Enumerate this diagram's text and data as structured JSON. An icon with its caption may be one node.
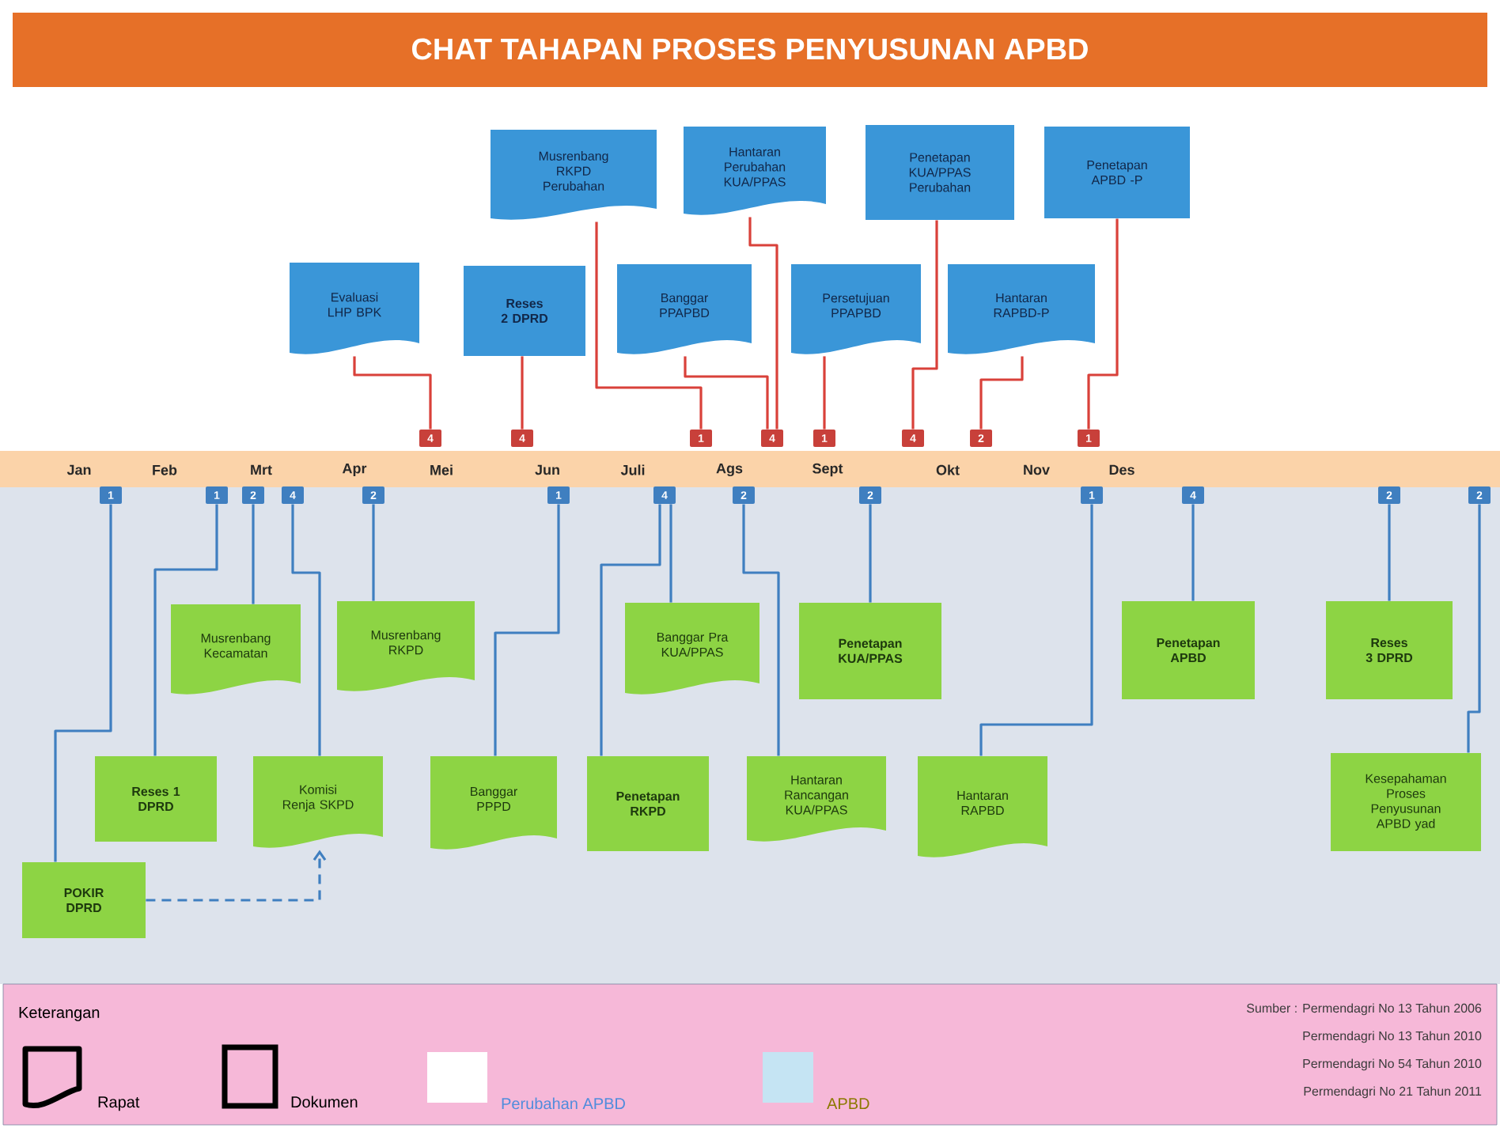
{
  "diagram": {
    "title": "CHAT TAHAPAN PROSES PENYUSUNAN APBD",
    "nodes": [
      {
        "text": [
          "Musrenbang RKPD Perubahan"
        ]
      },
      {
        "text": [
          "Hantaran Perubahan KUA/PPAS"
        ]
      },
      {
        "text": [
          "Penetapan KUA/PPAS Perubahan"
        ]
      },
      {
        "text": [
          "Penetapan APBD -P"
        ]
      },
      {
        "text": [
          "Evaluasi LHP BPK"
        ]
      },
      {
        "text": [
          "Reses 2 DPRD"
        ]
      },
      {
        "text": [
          "Banggar PPAPBD"
        ]
      },
      {
        "text": [
          "Persetujuan PPAPBD"
        ]
      },
      {
        "text": [
          "Hantaran RAPBD-P"
        ]
      },
      {
        "text": [
          "4"
        ]
      },
      {
        "text": [
          "4"
        ]
      },
      {
        "text": [
          "1"
        ]
      },
      {
        "text": [
          "4"
        ]
      },
      {
        "text": [
          "1"
        ]
      },
      {
        "text": [
          "4"
        ]
      },
      {
        "text": [
          "2"
        ]
      },
      {
        "text": [
          "1"
        ]
      },
      {
        "text": [
          "1"
        ]
      },
      {
        "text": [
          "1"
        ]
      },
      {
        "text": [
          "2"
        ]
      },
      {
        "text": [
          "4"
        ]
      },
      {
        "text": [
          "2"
        ]
      },
      {
        "text": [
          "1"
        ]
      },
      {
        "text": [
          "4"
        ]
      },
      {
        "text": [
          "2"
        ]
      },
      {
        "text": [
          "2"
        ]
      },
      {
        "text": [
          "1"
        ]
      },
      {
        "text": [
          "4"
        ]
      },
      {
        "text": [
          "2"
        ]
      },
      {
        "text": [
          "2"
        ]
      },
      {
        "text": [
          "Musrenbang Kecamatan"
        ]
      },
      {
        "text": [
          "Musrenbang RKPD"
        ]
      },
      {
        "text": [
          "Banggar Pra KUA/PPAS"
        ]
      },
      {
        "text": [
          "Penetapan KUA/PPAS"
        ]
      },
      {
        "text": [
          "Penetapan APBD"
        ]
      },
      {
        "text": [
          "Reses 3 DPRD"
        ]
      },
      {
        "text": [
          "Reses 1 DPRD"
        ]
      },
      {
        "text": [
          "Komisi Renja SKPD"
        ]
      },
      {
        "text": [
          "Banggar PPPD"
        ]
      },
      {
        "text": [
          "Penetapan RKPD"
        ]
      },
      {
        "text": [
          "Hantaran Rancangan KUA/PPAS"
        ]
      },
      {
        "text": [
          "Hantaran RAPBD"
        ]
      },
      {
        "text": [
          "Kesepahaman Proses Penyusunan APBD yad"
        ]
      },
      {
        "text": [
          "POKIR DPRD"
        ]
      }
    ],
    "edges": [
      {
        "from": 4,
        "to": 9,
        "arrow": "none",
        "color": "#d9413a"
      },
      {
        "from": 5,
        "to": 10,
        "arrow": "none",
        "color": "#d9413a"
      },
      {
        "from": 0,
        "to": 11,
        "arrow": "none",
        "color": "#d9413a"
      },
      {
        "from": 6,
        "to": 12,
        "arrow": "none",
        "color": "#d9413a"
      },
      {
        "from": 1,
        "to": 12,
        "arrow": "none",
        "color": "#d9413a"
      },
      {
        "from": 7,
        "to": 13,
        "arrow": "none",
        "color": "#d9413a"
      },
      {
        "from": 2,
        "to": 14,
        "arrow": "none",
        "color": "#d9413a"
      },
      {
        "from": 8,
        "to": 15,
        "arrow": "none",
        "color": "#d9413a"
      },
      {
        "from": 3,
        "to": 16,
        "arrow": "none",
        "color": "#d9413a"
      },
      {
        "from": 17,
        "to": 43,
        "arrow": "none"
      },
      {
        "from": 18,
        "to": 36,
        "arrow": "none"
      },
      {
        "from": 19,
        "to": 30,
        "arrow": "none"
      },
      {
        "from": 20,
        "to": 37,
        "arrow": "none"
      },
      {
        "from": 21,
        "to": 31,
        "arrow": "none"
      },
      {
        "from": 22,
        "to": 38,
        "arrow": "none"
      },
      {
        "from": 23,
        "to": 39,
        "arrow": "none"
      },
      {
        "from": 23,
        "to": 32,
        "arrow": "none"
      },
      {
        "from": 24,
        "to": 40,
        "arrow": "none"
      },
      {
        "from": 25,
        "to": 33,
        "arrow": "none"
      },
      {
        "from": 26,
        "to": 41,
        "arrow": "none"
      },
      {
        "from": 27,
        "to": 34,
        "arrow": "none"
      },
      {
        "from": 28,
        "to": 35,
        "arrow": "none"
      },
      {
        "from": 29,
        "to": 42,
        "arrow": "none"
      },
      {
        "from": 43,
        "to": 37,
        "arrow": "to",
        "style": "dashed"
      }
    ],
    "labels": [
      "Jan",
      "Feb",
      "Mrt",
      "Apr",
      "Mei",
      "Jun",
      "Juli",
      "Ags",
      "Sept",
      "Okt",
      "Nov",
      "Des",
      "Keterangan",
      "Sumber : Permendagri No 13 Tahun 2006",
      "Permendagri No 13 Tahun 2010",
      "Permendagri No 54 Tahun 2010",
      "Permendagri No 21 Tahun 2011"
    ],
    "legend": [
      {
        "text": "Rapat"
      },
      {
        "text": "Dokumen"
      },
      {
        "text": "Perubahan APBD",
        "color": "#ffffff"
      },
      {
        "text": "APBD",
        "color": "#c5e4f3"
      }
    ]
  }
}
